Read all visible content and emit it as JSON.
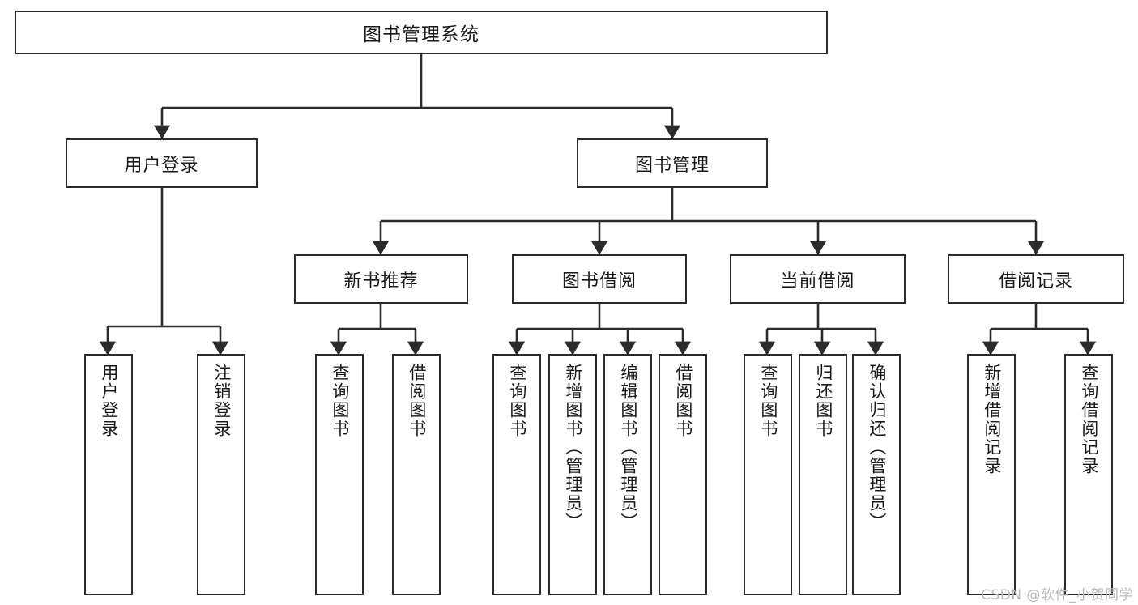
{
  "diagram": {
    "title": "图书管理系统",
    "type": "hierarchy-tree",
    "watermark": "CSDN @软件_小贺同学",
    "colors": {
      "border": "#2b2b2b",
      "background": "#ffffff",
      "text": "#1a1a1a",
      "watermark": "#b9b9b9"
    },
    "levels": {
      "root": {
        "label": "图书管理系统"
      },
      "level2": [
        {
          "label": "用户登录"
        },
        {
          "label": "图书管理"
        }
      ],
      "level3": [
        {
          "label": "新书推荐"
        },
        {
          "label": "图书借阅"
        },
        {
          "label": "当前借阅"
        },
        {
          "label": "借阅记录"
        }
      ],
      "leaves": {
        "user_login": [
          {
            "label": "用户登录"
          },
          {
            "label": "注销登录"
          }
        ],
        "new_book_recommend": [
          {
            "label": "查询图书"
          },
          {
            "label": "借阅图书"
          }
        ],
        "book_borrow": [
          {
            "label": "查询图书"
          },
          {
            "label": "新增图书（管理员）"
          },
          {
            "label": "编辑图书（管理员）"
          },
          {
            "label": "借阅图书"
          }
        ],
        "current_borrow": [
          {
            "label": "查询图书"
          },
          {
            "label": "归还图书"
          },
          {
            "label": "确认归还（管理员）"
          }
        ],
        "borrow_records": [
          {
            "label": "新增借阅记录"
          },
          {
            "label": "查询借阅记录"
          }
        ]
      }
    }
  }
}
